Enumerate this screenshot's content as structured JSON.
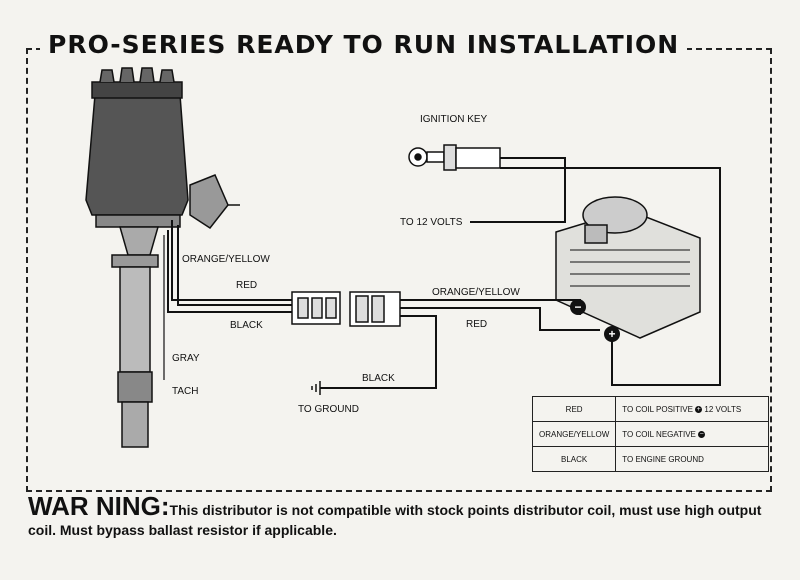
{
  "title": "PRO-SERIES READY TO RUN INSTALLATION",
  "labels": {
    "ignition_key": "IGNITION KEY",
    "to_12_volts": "TO 12 VOLTS",
    "orange_yellow_left": "ORANGE/YELLOW",
    "red_left": "RED",
    "black_left": "BLACK",
    "orange_yellow_right": "ORANGE/YELLOW",
    "red_right": "RED",
    "gray": "GRAY",
    "tach": "TACH",
    "black_ground": "BLACK",
    "to_ground": "TO GROUND",
    "minus_symbol": "−",
    "plus_symbol": "+"
  },
  "legend": [
    {
      "wire": "RED",
      "description": "TO COIL POSITIVE",
      "symbol": "+",
      "suffix": "12 VOLTS"
    },
    {
      "wire": "ORANGE/YELLOW",
      "description": "TO COIL NEGATIVE",
      "symbol": "−",
      "suffix": ""
    },
    {
      "wire": "BLACK",
      "description": "TO ENGINE GROUND",
      "symbol": "",
      "suffix": ""
    }
  ],
  "warning": {
    "head": "WAR NING:",
    "text": "This distributor is not compatible with stock points distributor coil, must use high output coil. Must bypass ballast resistor if applicable."
  }
}
